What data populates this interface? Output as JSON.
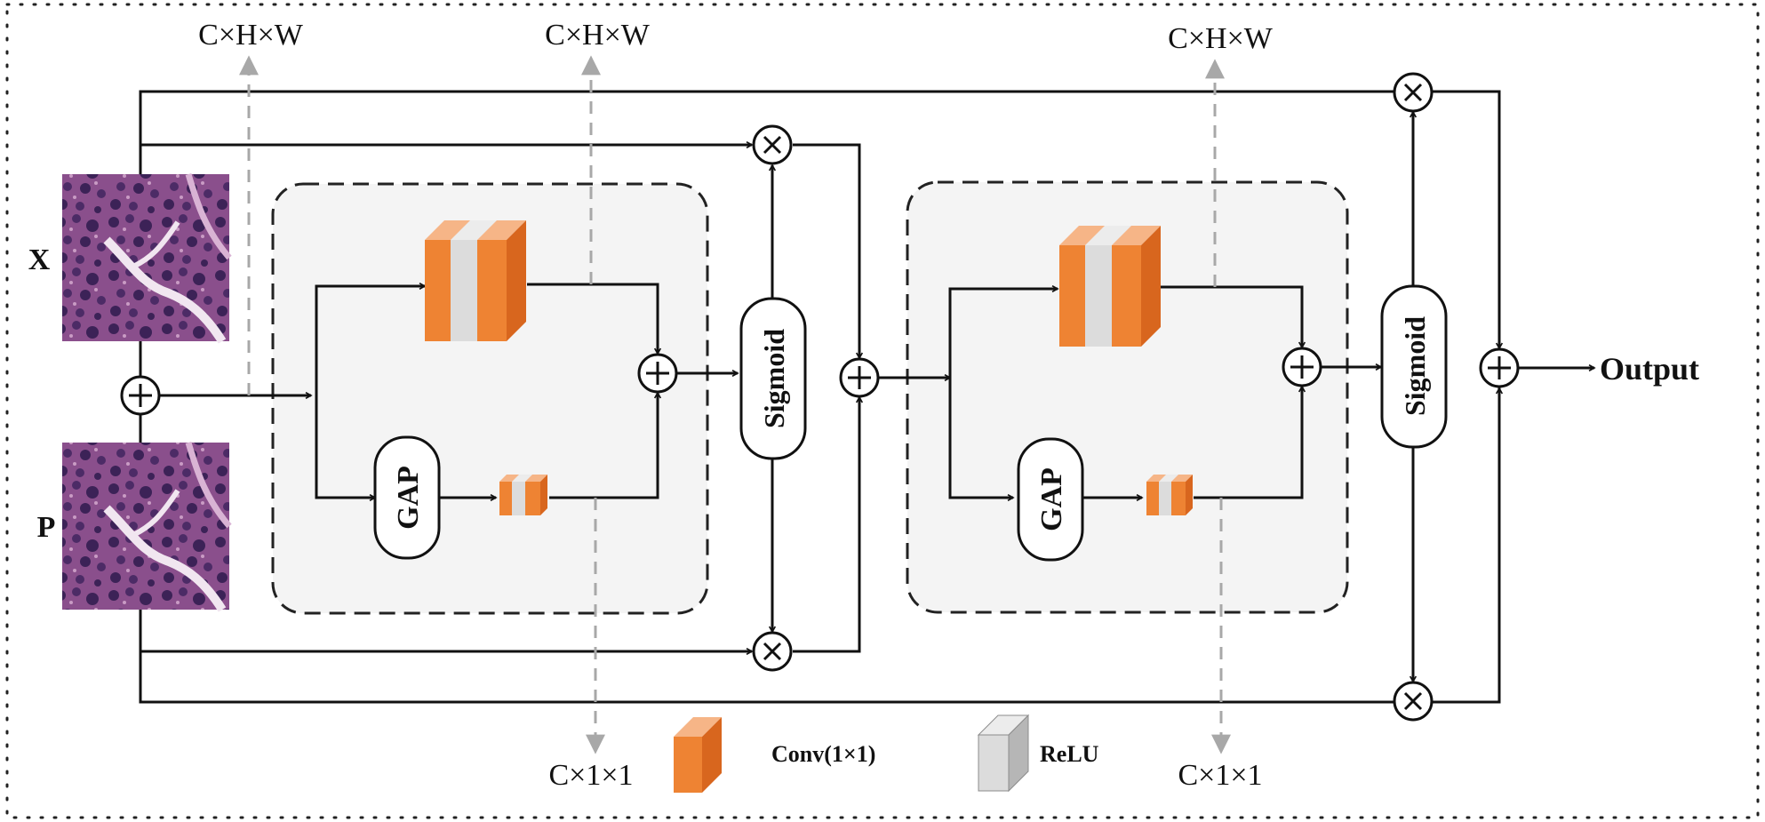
{
  "labels": {
    "input_x": "X",
    "input_p": "P",
    "output": "Output",
    "shape_top_1": "C×H×W",
    "shape_top_2": "C×H×W",
    "shape_top_3": "C×H×W",
    "shape_bottom_1": "C×1×1",
    "shape_bottom_2": "C×1×1",
    "gap_1": "GAP",
    "gap_2": "GAP",
    "sigmoid_1": "Sigmoid",
    "sigmoid_2": "Sigmoid"
  },
  "legend": {
    "conv": "Conv(1×1)",
    "relu": "ReLU"
  },
  "colors": {
    "conv_front": "#ee8333",
    "conv_top": "#f6b587",
    "conv_side": "#d8661e",
    "relu_front": "#dcdcdc",
    "relu_top": "#ececec",
    "relu_side": "#b6b6b6",
    "tissue_base": "#8a4f8c",
    "tissue_dark": "#3c2257",
    "tissue_light": "#f1e6f0",
    "module_fill": "#f4f4f4",
    "dashed_arrow": "#a8a8a8"
  }
}
